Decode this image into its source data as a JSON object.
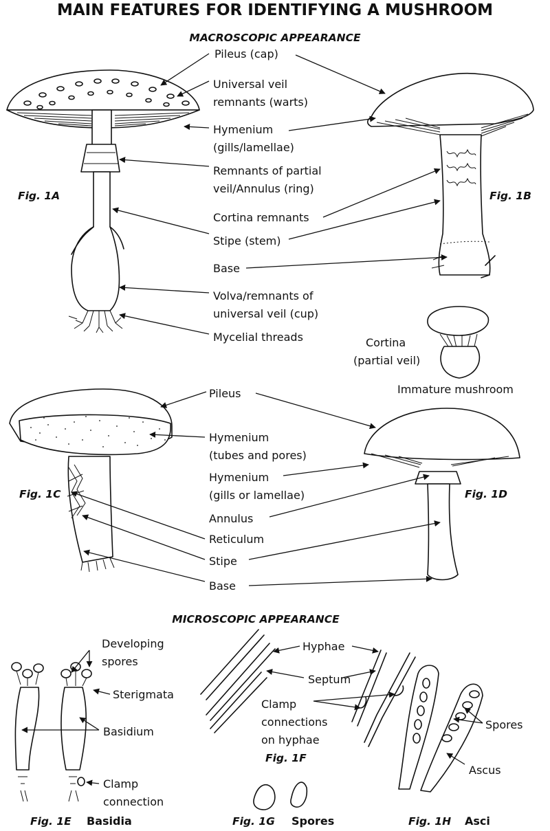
{
  "title": "MAIN FEATURES FOR IDENTIFYING A MUSHROOM",
  "macro_heading": "MACROSCOPIC APPEARANCE",
  "micro_heading": "MICROSCOPIC APPEARANCE",
  "macro_labels_ab": {
    "pileus_cap": "Pileus (cap)",
    "universal_veil_1": "Universal veil",
    "universal_veil_2": "remnants (warts)",
    "hymenium_gills_1": "Hymenium",
    "hymenium_gills_2": "(gills/lamellae)",
    "partial_veil_1": "Remnants of partial",
    "partial_veil_2": "veil/Annulus (ring)",
    "cortina_remnants": "Cortina remnants",
    "stipe_stem": "Stipe (stem)",
    "base": "Base",
    "volva_1": "Volva/remnants of",
    "volva_2": "universal veil (cup)",
    "mycelial": "Mycelial threads"
  },
  "immature": {
    "cortina_1": "Cortina",
    "cortina_2": "(partial veil)",
    "caption": "Immature mushroom"
  },
  "macro_labels_cd": {
    "pileus": "Pileus",
    "hymenium_tubes_1": "Hymenium",
    "hymenium_tubes_2": "(tubes and pores)",
    "hymenium_gills_1": "Hymenium",
    "hymenium_gills_2": "(gills or lamellae)",
    "annulus": "Annulus",
    "reticulum": "Reticulum",
    "stipe": "Stipe",
    "base": "Base"
  },
  "figures": {
    "fig_1a": "Fig. 1A",
    "fig_1b": "Fig. 1B",
    "fig_1c": "Fig. 1C",
    "fig_1d": "Fig. 1D",
    "fig_1e": "Fig. 1E",
    "fig_1f": "Fig. 1F",
    "fig_1g": "Fig. 1G",
    "fig_1h": "Fig. 1H"
  },
  "micro_labels": {
    "developing_1": "Developing",
    "developing_2": "spores",
    "sterigmata": "Sterigmata",
    "basidium": "Basidium",
    "clamp_1": "Clamp",
    "clamp_2": "connection",
    "hyphae": "Hyphae",
    "septum": "Septum",
    "clamp_conn_1": "Clamp",
    "clamp_conn_2": "connections",
    "clamp_conn_3": "on hyphae",
    "spores_asci": "Spores",
    "ascus": "Ascus"
  },
  "captions": {
    "basidia": "Basidia",
    "spores": "Spores",
    "asci": "Asci"
  },
  "colors": {
    "ink": "#111111",
    "background": "#ffffff"
  }
}
